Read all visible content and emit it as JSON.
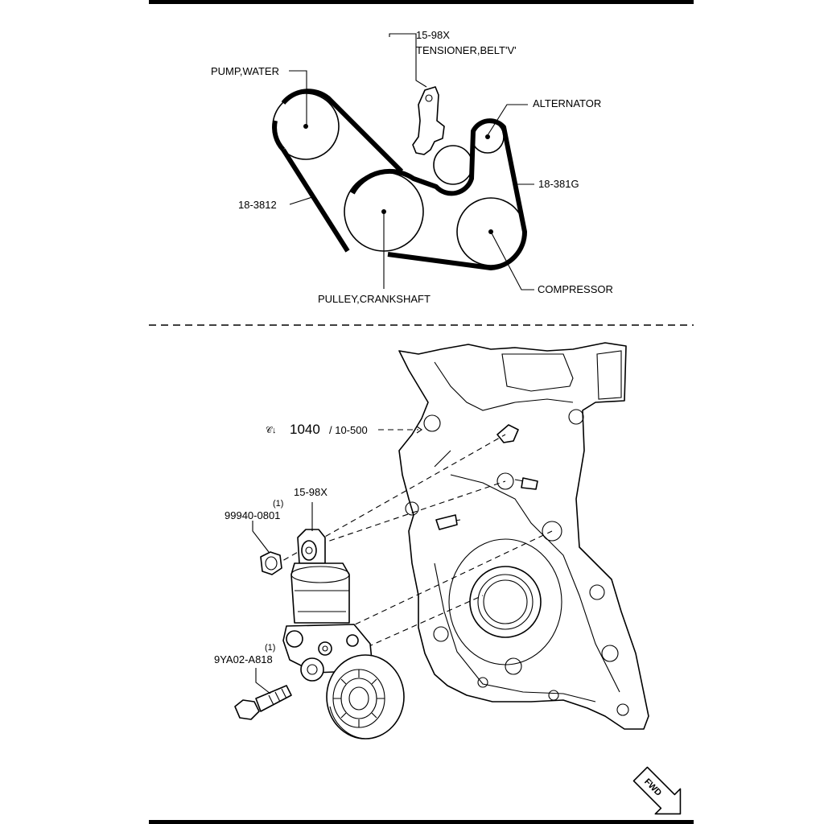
{
  "belt_layout": {
    "tensioner_partno": "15-98X",
    "tensioner_name": "TENSIONER,BELT'V'",
    "water_pump": "PUMP,WATER",
    "alternator": "ALTERNATOR",
    "belt_left": "18-3812",
    "belt_right": "18-381G",
    "crank_pulley": "PULLEY,CRANKSHAFT",
    "compressor": "COMPRESSOR"
  },
  "exploded_view": {
    "ref_code": "1040",
    "ref_sub": "/ 10-500",
    "tensioner_partno": "15-98X",
    "nut_partno": "99940-0801",
    "nut_qty": "(1)",
    "bolt_partno": "9YA02-A818",
    "bolt_qty": "(1)",
    "fwd": "FWD"
  }
}
